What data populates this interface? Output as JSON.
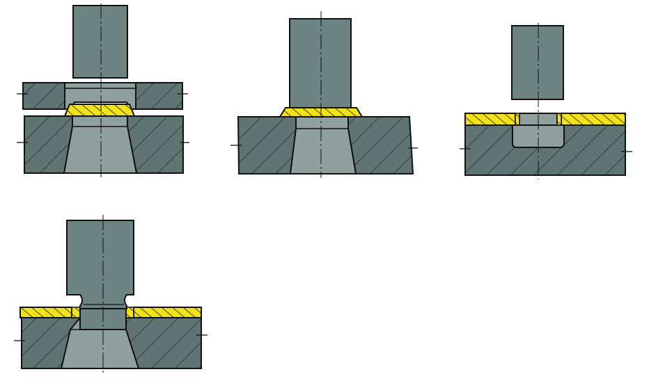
{
  "colors": {
    "background": "#ffffff",
    "die_fill": "#5f7473",
    "die_hatch": "#263231",
    "punch_fill": "#6d8483",
    "cavity_fill": "#8fa09f",
    "sheet_fill": "#f2e21a",
    "sheet_hatch": "#1a1a10",
    "outline": "#111111"
  },
  "figures": [
    {
      "id": "fig1",
      "description_icon": "press-blank-holder-icon"
    },
    {
      "id": "fig2",
      "description_icon": "punch-on-die-icon"
    },
    {
      "id": "fig3",
      "description_icon": "punch-above-sheet-icon"
    },
    {
      "id": "fig4",
      "description_icon": "punch-through-sheet-icon"
    }
  ]
}
